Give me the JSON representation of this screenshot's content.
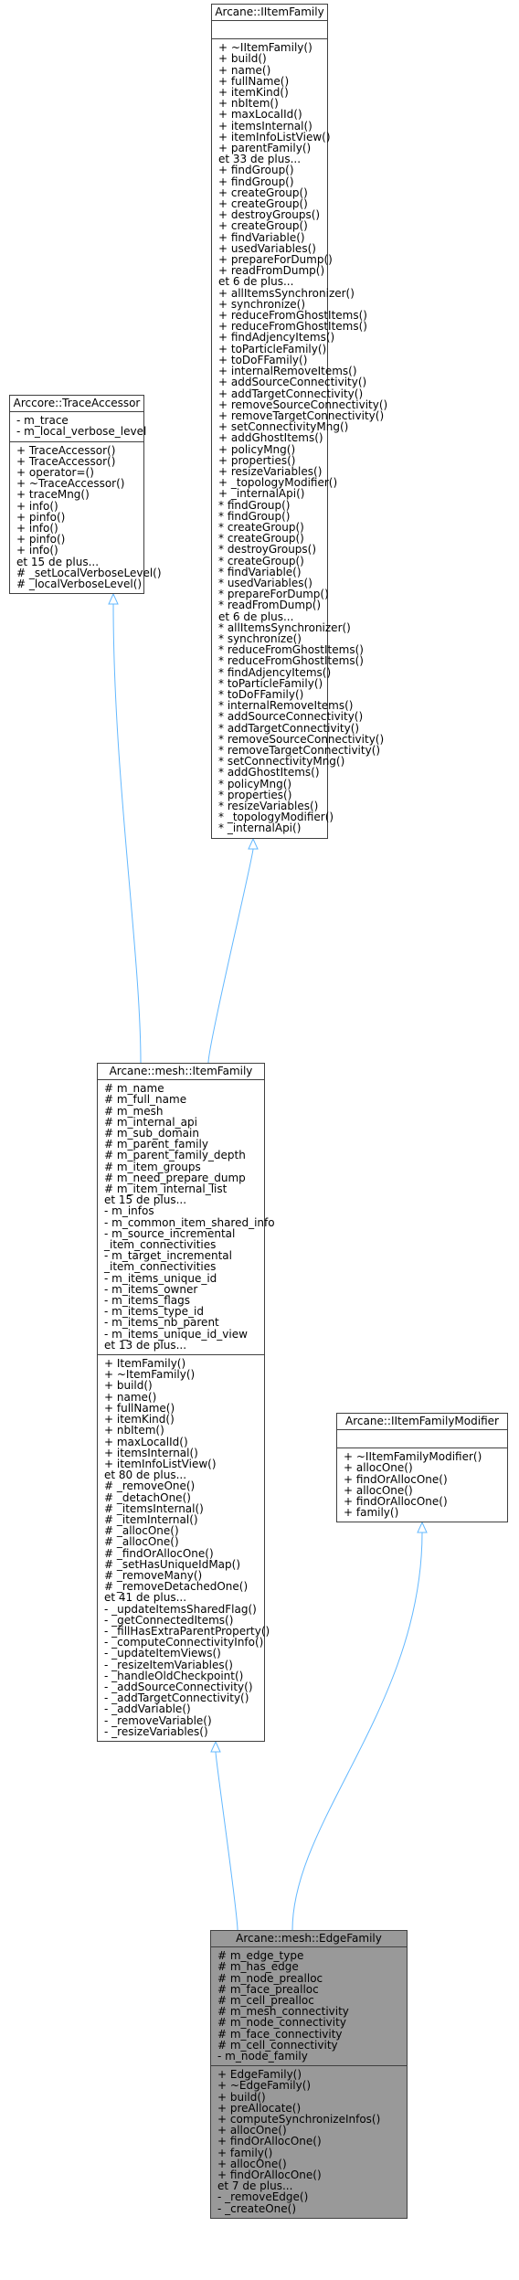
{
  "colors": {
    "edge": "#63b8ff",
    "border": "#404040",
    "current_fill": "#999999"
  },
  "nodes": [
    {
      "id": "iitemfamily",
      "title": "Arcane::IItemFamily",
      "attributes": [],
      "methods": [
        "+ ~IItemFamily()",
        "+ build()",
        "+ name()",
        "+ fullName()",
        "+ itemKind()",
        "+ nbItem()",
        "+ maxLocalId()",
        "+ itemsInternal()",
        "+ itemInfoListView()",
        "+ parentFamily()",
        "et 33 de plus...",
        "+ findGroup()",
        "+ findGroup()",
        "+ createGroup()",
        "+ createGroup()",
        "+ destroyGroups()",
        "+ createGroup()",
        "+ findVariable()",
        "+ usedVariables()",
        "+ prepareForDump()",
        "+ readFromDump()",
        "et 6 de plus...",
        "+ allItemsSynchronizer()",
        "+ synchronize()",
        "+ reduceFromGhostItems()",
        "+ reduceFromGhostItems()",
        "+ findAdjencyItems()",
        "+ toParticleFamily()",
        "+ toDoFFamily()",
        "+ internalRemoveItems()",
        "+ addSourceConnectivity()",
        "+ addTargetConnectivity()",
        "+ removeSourceConnectivity()",
        "+ removeTargetConnectivity()",
        "+ setConnectivityMng()",
        "+ addGhostItems()",
        "+ policyMng()",
        "+ properties()",
        "+ resizeVariables()",
        "+ _topologyModifier()",
        "+ _internalApi()",
        "* findGroup()",
        "* findGroup()",
        "* createGroup()",
        "* createGroup()",
        "* destroyGroups()",
        "* createGroup()",
        "* findVariable()",
        "* usedVariables()",
        "* prepareForDump()",
        "* readFromDump()",
        "et 6 de plus...",
        "* allItemsSynchronizer()",
        "* synchronize()",
        "* reduceFromGhostItems()",
        "* reduceFromGhostItems()",
        "* findAdjencyItems()",
        "* toParticleFamily()",
        "* toDoFFamily()",
        "* internalRemoveItems()",
        "* addSourceConnectivity()",
        "* addTargetConnectivity()",
        "* removeSourceConnectivity()",
        "* removeTargetConnectivity()",
        "* setConnectivityMng()",
        "* addGhostItems()",
        "* policyMng()",
        "* properties()",
        "* resizeVariables()",
        "* _topologyModifier()",
        "* _internalApi()"
      ]
    },
    {
      "id": "traceaccessor",
      "title": "Arccore::TraceAccessor",
      "attributes": [
        "- m_trace",
        "- m_local_verbose_level"
      ],
      "methods": [
        "+ TraceAccessor()",
        "+ TraceAccessor()",
        "+ operator=()",
        "+ ~TraceAccessor()",
        "+ traceMng()",
        "+ info()",
        "+ pinfo()",
        "+ info()",
        "+ pinfo()",
        "+ info()",
        "et 15 de plus...",
        "# _setLocalVerboseLevel()",
        "# _localVerboseLevel()"
      ]
    },
    {
      "id": "itemfamily",
      "title": "Arcane::mesh::ItemFamily",
      "attributes": [
        "# m_name",
        "# m_full_name",
        "# m_mesh",
        "# m_internal_api",
        "# m_sub_domain",
        "# m_parent_family",
        "# m_parent_family_depth",
        "# m_item_groups",
        "# m_need_prepare_dump",
        "# m_item_internal_list",
        "et 15 de plus...",
        "- m_infos",
        "- m_common_item_shared_info",
        "- m_source_incremental",
        "_item_connectivities",
        "- m_target_incremental",
        "_item_connectivities",
        "- m_items_unique_id",
        "- m_items_owner",
        "- m_items_flags",
        "- m_items_type_id",
        "- m_items_nb_parent",
        "- m_items_unique_id_view",
        "et 13 de plus..."
      ],
      "methods": [
        "+ ItemFamily()",
        "+ ~ItemFamily()",
        "+ build()",
        "+ name()",
        "+ fullName()",
        "+ itemKind()",
        "+ nbItem()",
        "+ maxLocalId()",
        "+ itemsInternal()",
        "+ itemInfoListView()",
        "et 80 de plus...",
        "# _removeOne()",
        "# _detachOne()",
        "# _itemsInternal()",
        "# _itemInternal()",
        "# _allocOne()",
        "# _allocOne()",
        "# _findOrAllocOne()",
        "# _setHasUniqueIdMap()",
        "# _removeMany()",
        "# _removeDetachedOne()",
        "et 41 de plus...",
        "- _updateItemsSharedFlag()",
        "- _getConnectedItems()",
        "- _fillHasExtraParentProperty()",
        "- _computeConnectivityInfo()",
        "- _updateItemViews()",
        "- _resizeItemVariables()",
        "- _handleOldCheckpoint()",
        "- _addSourceConnectivity()",
        "- _addTargetConnectivity()",
        "- _addVariable()",
        "- _removeVariable()",
        "- _resizeVariables()"
      ]
    },
    {
      "id": "iitemfamilymodifier",
      "title": "Arcane::IItemFamilyModifier",
      "attributes": [],
      "methods": [
        "+ ~IItemFamilyModifier()",
        "+ allocOne()",
        "+ findOrAllocOne()",
        "+ allocOne()",
        "+ findOrAllocOne()",
        "+ family()"
      ]
    },
    {
      "id": "edgefamily",
      "title": "Arcane::mesh::EdgeFamily",
      "attributes": [
        "# m_edge_type",
        "# m_has_edge",
        "# m_node_prealloc",
        "# m_face_prealloc",
        "# m_cell_prealloc",
        "# m_mesh_connectivity",
        "# m_node_connectivity",
        "# m_face_connectivity",
        "# m_cell_connectivity",
        "- m_node_family"
      ],
      "methods": [
        "+ EdgeFamily()",
        "+ ~EdgeFamily()",
        "+ build()",
        "+ preAllocate()",
        "+ computeSynchronizeInfos()",
        "+ allocOne()",
        "+ findOrAllocOne()",
        "+ family()",
        "+ allocOne()",
        "+ findOrAllocOne()",
        "et 7 de plus...",
        "- _removeEdge()",
        "- _createOne()"
      ]
    }
  ]
}
